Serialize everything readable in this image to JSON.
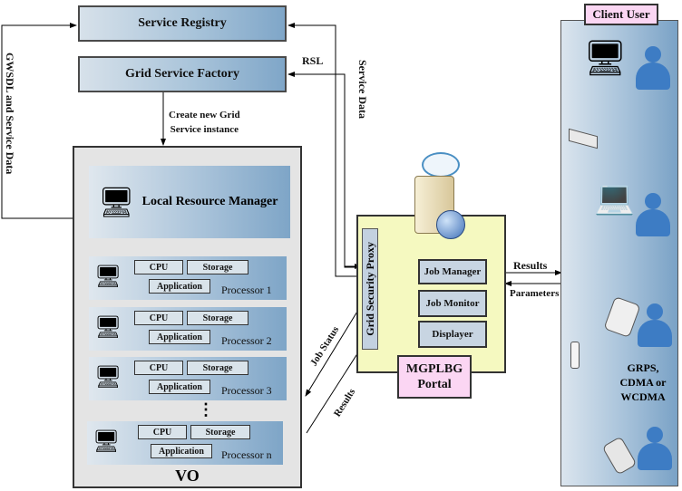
{
  "top": {
    "service_registry": "Service Registry",
    "grid_service_factory": "Grid Service Factory",
    "create_instance_label_line1": "Create new Grid",
    "create_instance_label_line2": "Service instance"
  },
  "edge_labels": {
    "gwsdl": "GWSDL and Service Data",
    "rsl": "RSL",
    "service_data": "Service Data",
    "job_status": "Job Status",
    "results_vo": "Results",
    "results_client": "Results",
    "parameters": "Parameters"
  },
  "vo": {
    "title": "VO",
    "local_resource_manager": "Local Resource Manager",
    "ellipsis": "⋮",
    "processors": [
      {
        "cpu": "CPU",
        "storage": "Storage",
        "application": "Application",
        "name": "Processor 1"
      },
      {
        "cpu": "CPU",
        "storage": "Storage",
        "application": "Application",
        "name": "Processor 2"
      },
      {
        "cpu": "CPU",
        "storage": "Storage",
        "application": "Application",
        "name": "Processor 3"
      },
      {
        "cpu": "CPU",
        "storage": "Storage",
        "application": "Application",
        "name": "Processor n"
      }
    ]
  },
  "portal": {
    "grid_security_proxy": "Grid Security Proxy",
    "job_manager": "Job Manager",
    "job_monitor": "Job Monitor",
    "displayer": "Displayer",
    "name_line1": "MGPLBG",
    "name_line2": "Portal"
  },
  "client": {
    "title": "Client User",
    "network_line1": "GRPS,",
    "network_line2": "CDMA or",
    "network_line3": "WCDMA"
  }
}
